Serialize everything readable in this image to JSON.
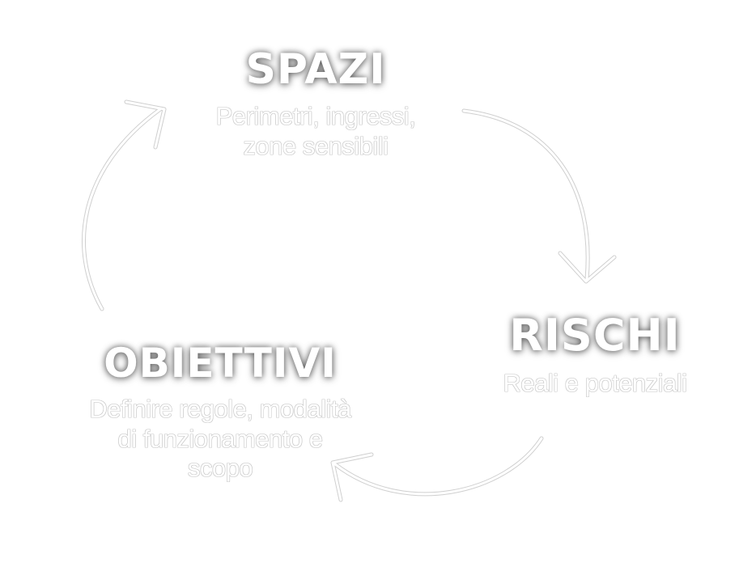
{
  "diagram": {
    "type": "cycle",
    "background": "#ffffff",
    "text_color": "#ffffff",
    "nodes": [
      {
        "id": "spazi",
        "title": "SPAZI",
        "subtitle_lines": [
          "Perimetri, ingressi,",
          "zone sensibili"
        ]
      },
      {
        "id": "rischi",
        "title": "RISCHI",
        "subtitle_lines": [
          "Reali e potenziali"
        ]
      },
      {
        "id": "obiettivi",
        "title": "OBIETTIVI",
        "subtitle_lines": [
          "Definire regole, modalità",
          "di funzionamento e",
          "scopo"
        ]
      }
    ],
    "edges": [
      {
        "from": "spazi",
        "to": "rischi",
        "icon": "curved-arrow-down-icon"
      },
      {
        "from": "rischi",
        "to": "obiettivi",
        "icon": "curved-arrow-left-icon"
      },
      {
        "from": "obiettivi",
        "to": "spazi",
        "icon": "curved-arrow-up-icon"
      }
    ]
  }
}
